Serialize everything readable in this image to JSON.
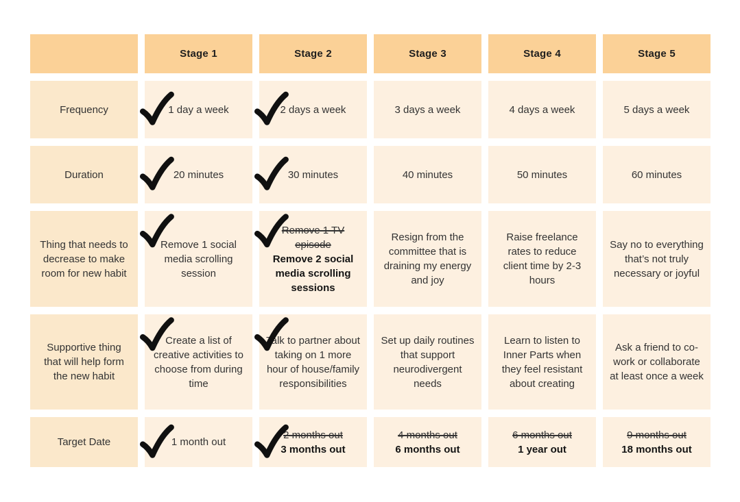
{
  "colors": {
    "header_fill": "#FBD197",
    "label_fill": "#FBE8CB",
    "cell_fill": "#FDF0E0",
    "text": "#333333",
    "emphasis_text": "#141414",
    "check": "#101010",
    "background": "#FFFFFF"
  },
  "table": {
    "corner_label": "",
    "stage_headers": [
      "Stage 1",
      "Stage 2",
      "Stage 3",
      "Stage 4",
      "Stage 5"
    ],
    "rows": [
      {
        "label": "Frequency",
        "cells": [
          {
            "check": true,
            "struck": null,
            "text": "1 day a week",
            "bold": false
          },
          {
            "check": true,
            "struck": null,
            "text": "2 days a week",
            "bold": false
          },
          {
            "check": false,
            "struck": null,
            "text": "3 days a week",
            "bold": false
          },
          {
            "check": false,
            "struck": null,
            "text": "4 days a week",
            "bold": false
          },
          {
            "check": false,
            "struck": null,
            "text": "5 days a week",
            "bold": false
          }
        ]
      },
      {
        "label": "Duration",
        "cells": [
          {
            "check": true,
            "struck": null,
            "text": "20 minutes",
            "bold": false
          },
          {
            "check": true,
            "struck": null,
            "text": "30 minutes",
            "bold": false
          },
          {
            "check": false,
            "struck": null,
            "text": "40 minutes",
            "bold": false
          },
          {
            "check": false,
            "struck": null,
            "text": "50 minutes",
            "bold": false
          },
          {
            "check": false,
            "struck": null,
            "text": "60 minutes",
            "bold": false
          }
        ]
      },
      {
        "label": "Thing that needs to decrease to make room for new habit",
        "cells": [
          {
            "check": true,
            "struck": null,
            "text": "Remove 1 social media scrolling session",
            "bold": false
          },
          {
            "check": true,
            "struck": "Remove 1 TV episode",
            "text": "Remove 2 social media scrolling sessions",
            "bold": true
          },
          {
            "check": false,
            "struck": null,
            "text": "Resign from the committee that is draining my energy and joy",
            "bold": false
          },
          {
            "check": false,
            "struck": null,
            "text": "Raise freelance rates to reduce client time by 2-3 hours",
            "bold": false
          },
          {
            "check": false,
            "struck": null,
            "text": "Say no to everything that’s not truly necessary or joyful",
            "bold": false
          }
        ]
      },
      {
        "label": "Supportive thing that will help form the new habit",
        "cells": [
          {
            "check": true,
            "struck": null,
            "text": "Create a list of creative activities to choose from during time",
            "bold": false
          },
          {
            "check": true,
            "struck": null,
            "text": "Talk to partner about taking on 1 more hour of house/family responsibilities",
            "bold": false
          },
          {
            "check": false,
            "struck": null,
            "text": "Set up daily routines that support neurodivergent needs",
            "bold": false
          },
          {
            "check": false,
            "struck": null,
            "text": "Learn to listen to Inner Parts when they feel resistant about creating",
            "bold": false
          },
          {
            "check": false,
            "struck": null,
            "text": "Ask a friend to co-work or collaborate at least once a week",
            "bold": false
          }
        ]
      },
      {
        "label": "Target Date",
        "cells": [
          {
            "check": true,
            "struck": null,
            "text": "1 month out",
            "bold": false
          },
          {
            "check": true,
            "struck": "2 months out",
            "text": "3 months out",
            "bold": true
          },
          {
            "check": false,
            "struck": "4 months out",
            "text": "6 months out",
            "bold": true
          },
          {
            "check": false,
            "struck": "6 months out",
            "text": "1 year out",
            "bold": true
          },
          {
            "check": false,
            "struck": "9 months out",
            "text": "18 months out",
            "bold": true
          }
        ]
      }
    ]
  }
}
